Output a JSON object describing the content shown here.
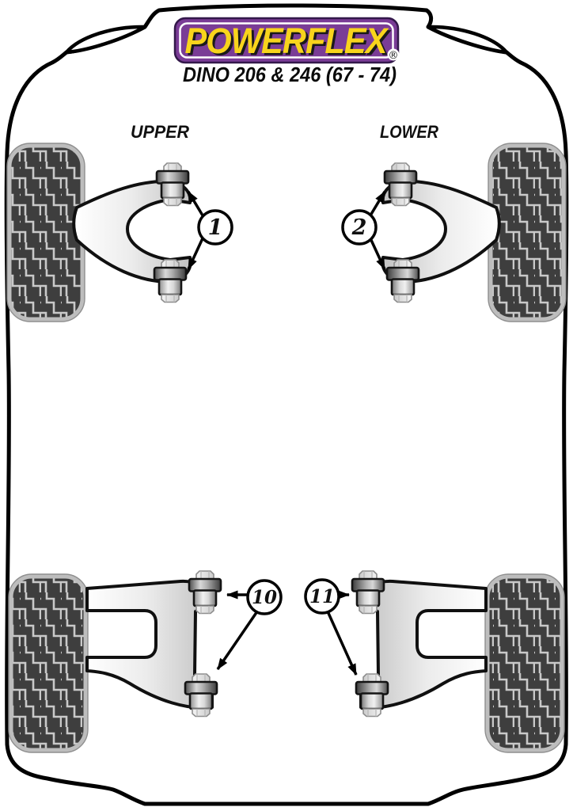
{
  "logo": {
    "text": "POWERFLEX",
    "registered": "®",
    "bg": "#7A3C96",
    "fg": "#F8D41C"
  },
  "subtitle": "DINO 206 & 246 (67 - 74)",
  "labels": {
    "upper": "UPPER",
    "lower": "LOWER"
  },
  "callouts": {
    "c1": "1",
    "c2": "2",
    "c10": "10",
    "c11": "11"
  },
  "colors": {
    "tire_dark": "#3E3E3E",
    "tread_line": "#C9C9C9",
    "outline_black": "#000000"
  }
}
